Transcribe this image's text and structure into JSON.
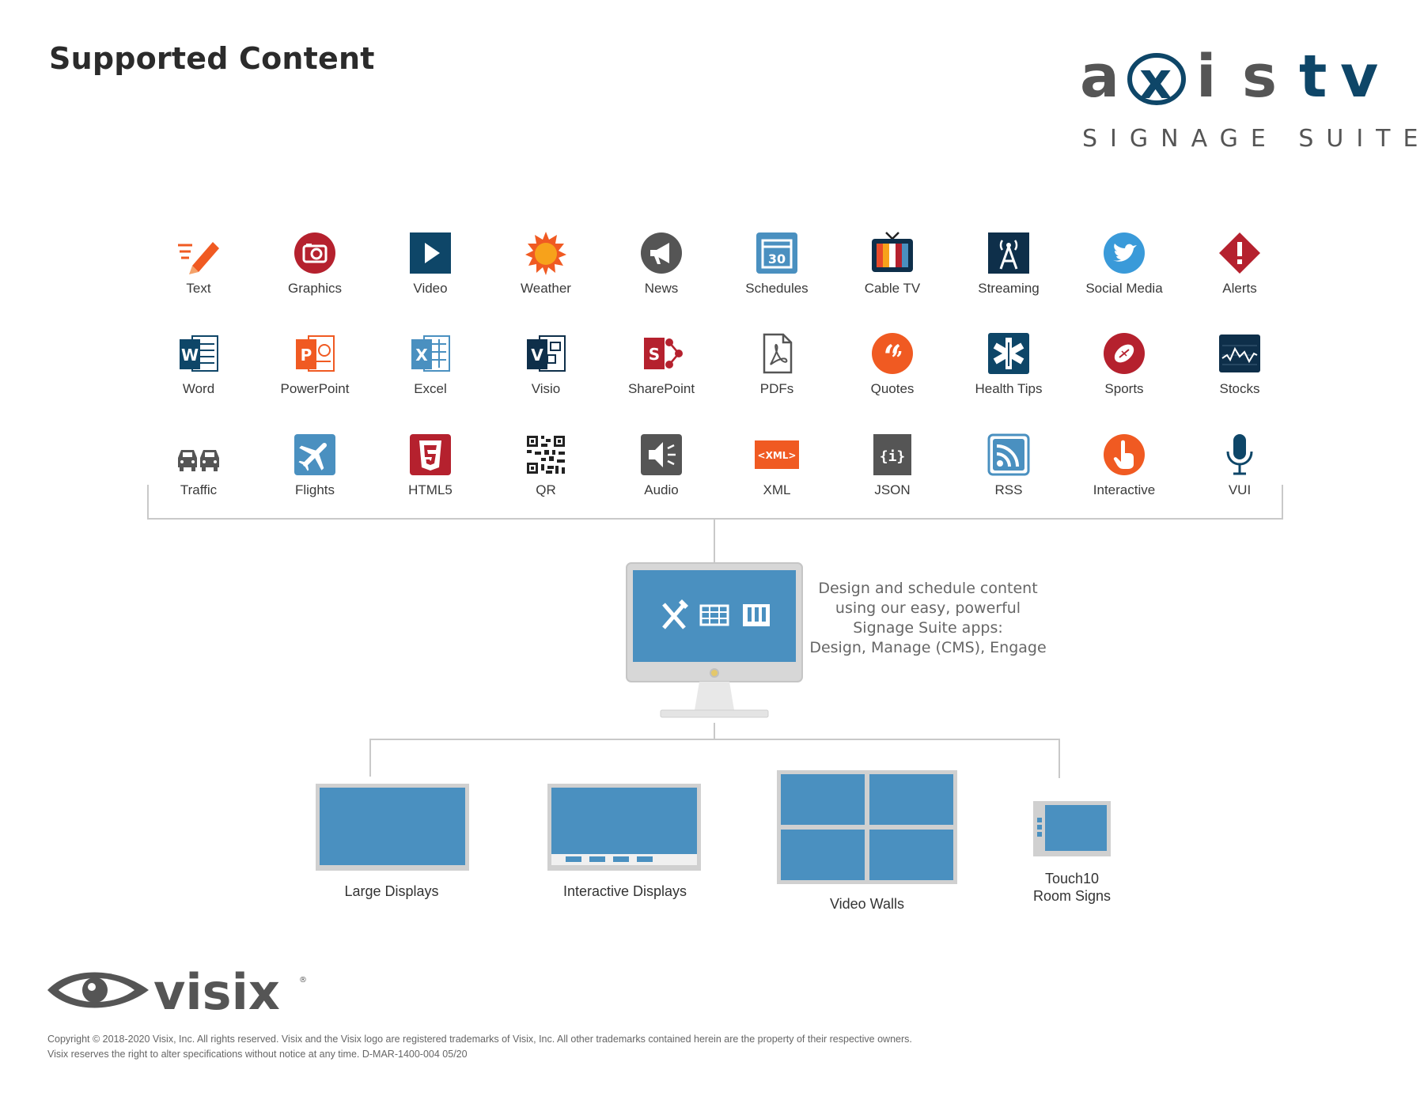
{
  "page": {
    "title": "Supported Content"
  },
  "brand": {
    "wordmark": "axistv",
    "subtitle": "SIGNAGE SUITE"
  },
  "content_types": [
    [
      "Text",
      "Graphics",
      "Video",
      "Weather",
      "News",
      "Schedules",
      "Cable TV",
      "Streaming",
      "Social Media",
      "Alerts"
    ],
    [
      "Word",
      "PowerPoint",
      "Excel",
      "Visio",
      "SharePoint",
      "PDFs",
      "Quotes",
      "Health Tips",
      "Sports",
      "Stocks"
    ],
    [
      "Traffic",
      "Flights",
      "HTML5",
      "QR",
      "Audio",
      "XML",
      "JSON",
      "RSS",
      "Interactive",
      "VUI"
    ]
  ],
  "icon_badges": {
    "schedules_day": "30",
    "xml": "<XML>",
    "json": "{i}"
  },
  "description": [
    "Design and schedule content",
    "using our easy, powerful",
    "Signage Suite apps:",
    "Design, Manage (CMS), Engage"
  ],
  "devices": [
    {
      "label": "Large Displays"
    },
    {
      "label": "Interactive Displays"
    },
    {
      "label": "Video Walls"
    },
    {
      "label_line1": "Touch10",
      "label_line2": "Room Signs"
    }
  ],
  "footer": {
    "logo_text": "visix",
    "copyright_line1": "Copyright © 2018-2020 Visix, Inc. All rights reserved. Visix and the Visix logo are registered trademarks of Visix, Inc. All other trademarks contained herein are the property of their respective owners.",
    "copyright_line2": "Visix reserves the right to alter specifications without notice at any time. D-MAR-1400-004 05/20"
  },
  "colors": {
    "screen_blue": "#4a90c0",
    "navy": "#0e4668",
    "red": "#b5212e",
    "orange": "#f05a22",
    "gray_icon": "#555555",
    "connector": "#c9c9c9"
  }
}
